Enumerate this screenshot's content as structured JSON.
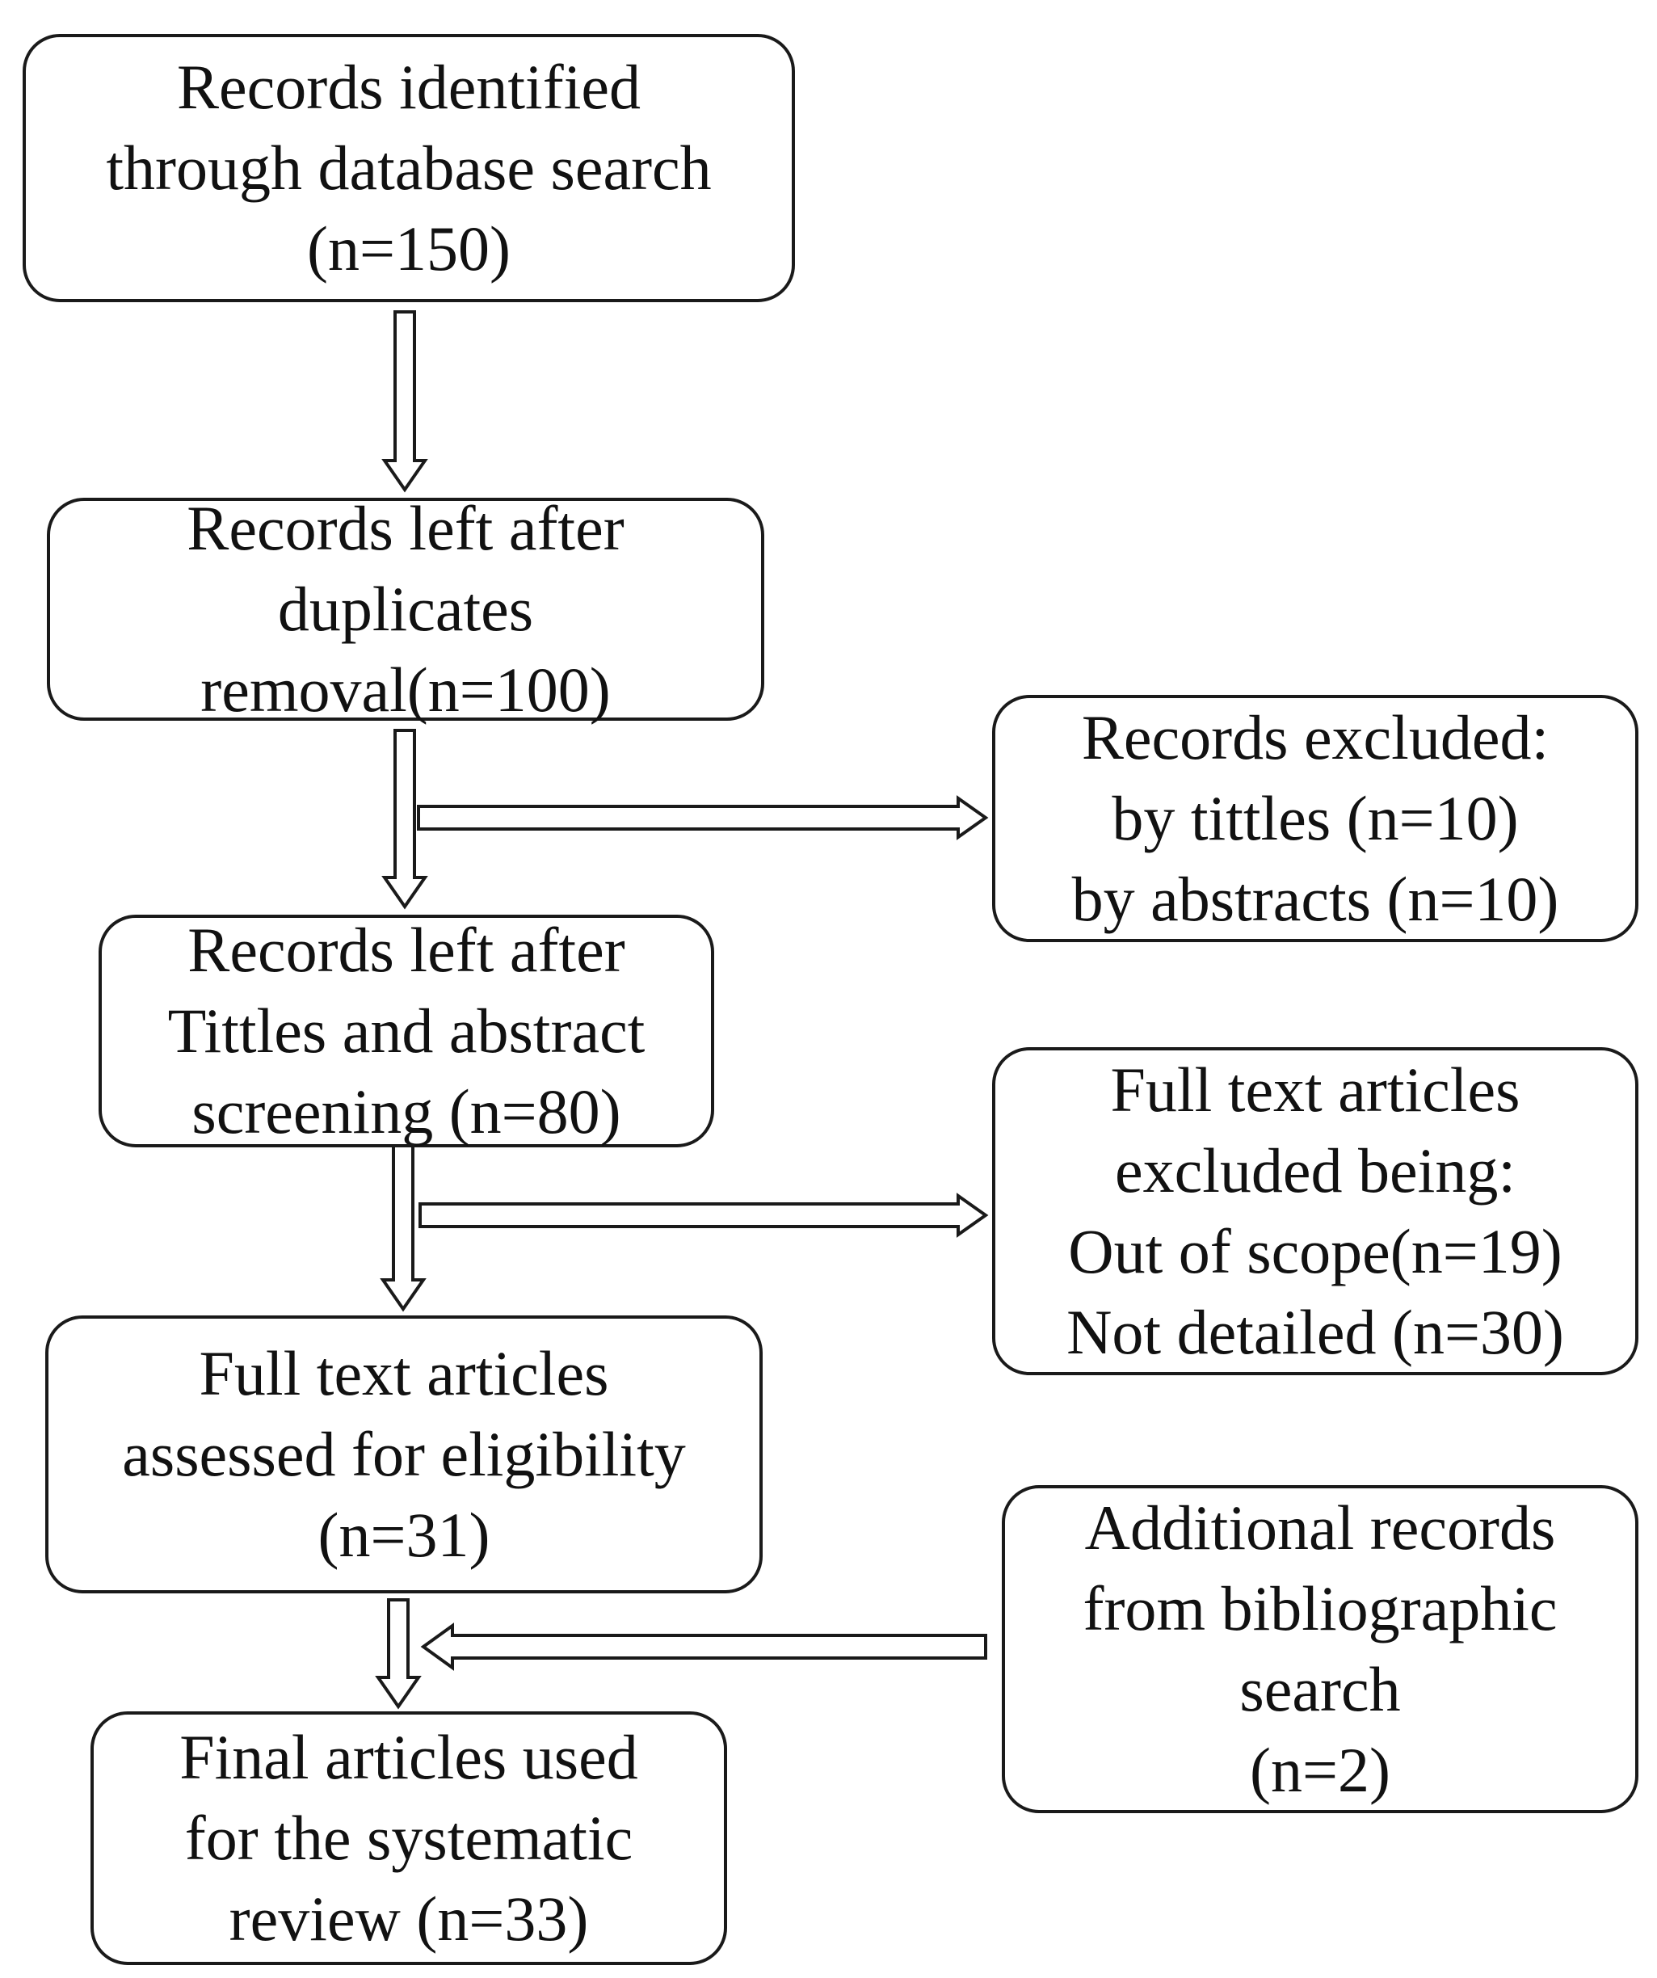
{
  "flowchart": {
    "identified": {
      "lines": [
        "Records identified",
        "through database search",
        "(n=150)"
      ]
    },
    "after_duplicates": {
      "lines": [
        "Records left after",
        "duplicates",
        "removal(n=100)"
      ]
    },
    "after_screening": {
      "lines": [
        "Records left after",
        "Tittles and abstract",
        "screening (n=80)"
      ]
    },
    "assessed": {
      "lines": [
        "Full text articles",
        "assessed for eligibility",
        "(n=31)"
      ]
    },
    "final": {
      "lines": [
        "Final articles used",
        "for the systematic",
        "review (n=33)"
      ]
    },
    "excluded_records": {
      "lines": [
        "Records excluded:",
        "by tittles (n=10)",
        "by abstracts (n=10)"
      ]
    },
    "excluded_fulltext": {
      "lines": [
        "Full text articles",
        "excluded being:",
        "Out of scope(n=19)",
        "Not detailed (n=30)"
      ]
    },
    "additional": {
      "lines": [
        "Additional records",
        "from bibliographic",
        "search",
        "(n=2)"
      ]
    }
  }
}
